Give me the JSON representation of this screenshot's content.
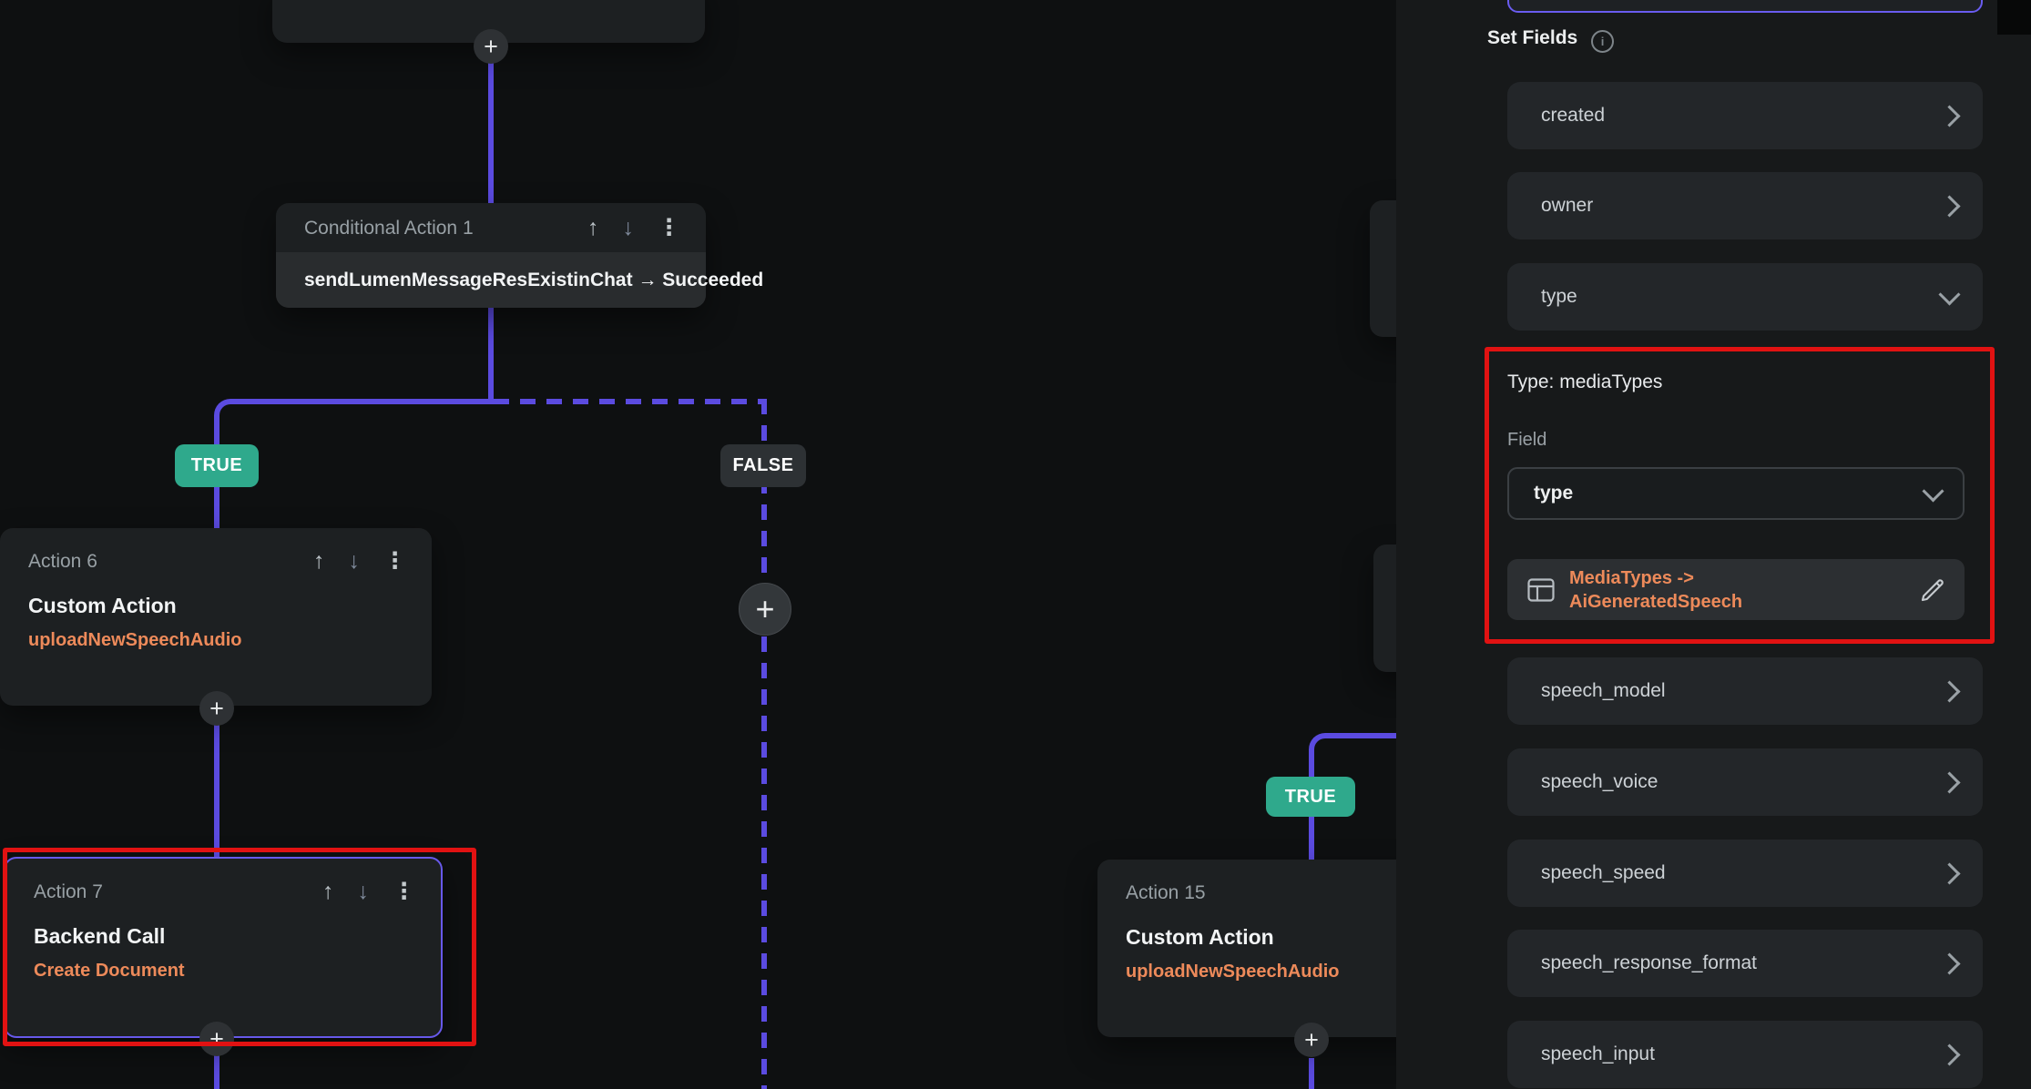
{
  "canvas": {
    "plus_label": "+",
    "nodes": {
      "conditional1": {
        "header": "Conditional Action 1",
        "body": "sendLumenMessageResExistinChat → Succeeded"
      },
      "action6": {
        "header": "Action 6",
        "title": "Custom Action",
        "subtitle": "uploadNewSpeechAudio"
      },
      "action7": {
        "header": "Action 7",
        "title": "Backend Call",
        "subtitle": "Create Document"
      },
      "action15": {
        "header": "Action 15",
        "title": "Custom Action",
        "subtitle": "uploadNewSpeechAudio"
      }
    },
    "badges": {
      "true_left": "TRUE",
      "false_label": "FALSE",
      "true_right": "TRUE"
    },
    "icons": {
      "move_up": "↑",
      "move_down": "↓",
      "kebab": "⋮"
    }
  },
  "panel": {
    "title": "Set Fields",
    "info_icon": "i",
    "rows_top": [
      "created",
      "owner",
      "type"
    ],
    "type_expanded": {
      "title": "Type: mediaTypes",
      "field_label": "Field",
      "dropdown_value": "type",
      "value_line1": "MediaTypes ->",
      "value_line2": "AiGeneratedSpeech"
    },
    "rows_bottom": [
      "speech_model",
      "speech_voice",
      "speech_speed",
      "speech_response_format",
      "speech_input"
    ]
  },
  "colors": {
    "accent_purple": "#5b4be0",
    "selected_border": "#6759ea",
    "orange": "#ed8a5a",
    "teal": "#2fa98c",
    "annotation_red": "#e11212",
    "canvas_bg": "#0e1011",
    "panel_bg": "#17191a",
    "node_bg": "#1d2022"
  }
}
